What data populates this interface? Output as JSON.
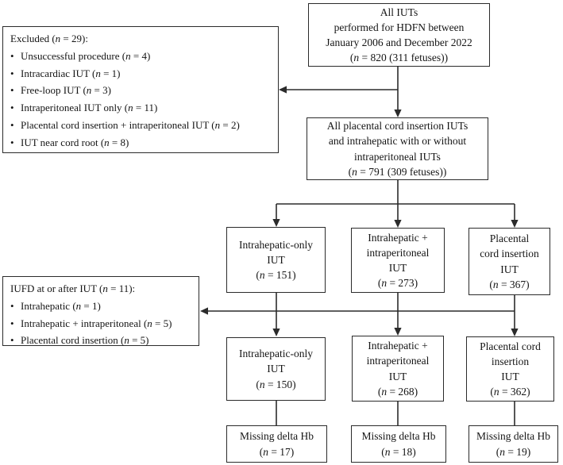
{
  "ui": {
    "bullet": "•",
    "colors": {
      "background": "#ffffff",
      "border": "#2b2b2b",
      "line": "#2b2b2b",
      "text": "#151515"
    }
  },
  "flowchart": {
    "top_box": {
      "lines": [
        "All IUTs",
        "performed for HDFN between",
        "January 2006 and December 2022",
        "(*n* = 820 (311 fetuses))"
      ]
    },
    "excluded_box": {
      "title": "Excluded (*n* = 29):",
      "items": [
        "Unsuccessful procedure (*n* = 4)",
        "Intracardiac IUT (*n* = 1)",
        "Free-loop IUT (*n* = 3)",
        "Intraperitoneal IUT only (*n* = 11)",
        "Placental cord insertion + intraperitoneal IUT (*n* = 2)",
        "IUT near cord root (*n* = 8)"
      ]
    },
    "cohort_box": {
      "lines": [
        "All placental cord insertion IUTs",
        "and intrahepatic with or without",
        "intraperitoneal IUTs",
        "(*n* = 791 (309 fetuses))"
      ]
    },
    "iufd_box": {
      "title": "IUFD at or after IUT (*n* = 11):",
      "items": [
        "Intrahepatic (*n* = 1)",
        "Intrahepatic + intraperitoneal (*n* = 5)",
        "Placental cord insertion (*n* = 5)"
      ]
    },
    "row1": [
      {
        "lines": [
          "Intrahepatic-only",
          "IUT",
          "(*n* = 151)"
        ]
      },
      {
        "lines": [
          "Intrahepatic +",
          "intraperitoneal",
          "IUT",
          "(*n* = 273)"
        ]
      },
      {
        "lines": [
          "Placental",
          "cord insertion",
          "IUT",
          "(*n* = 367)"
        ]
      }
    ],
    "row2": [
      {
        "lines": [
          "Intrahepatic-only",
          "IUT",
          "(*n* = 150)"
        ]
      },
      {
        "lines": [
          "Intrahepatic +",
          "intraperitoneal",
          "IUT",
          "(*n* = 268)"
        ]
      },
      {
        "lines": [
          "Placental cord",
          "insertion",
          "IUT",
          "(*n* = 362)"
        ]
      }
    ],
    "row3": [
      {
        "lines": [
          "Missing delta Hb",
          "(*n* = 17)"
        ]
      },
      {
        "lines": [
          "Missing delta Hb",
          "(*n* = 18)"
        ]
      },
      {
        "lines": [
          "Missing delta Hb",
          "(*n* = 19)"
        ]
      }
    ]
  }
}
